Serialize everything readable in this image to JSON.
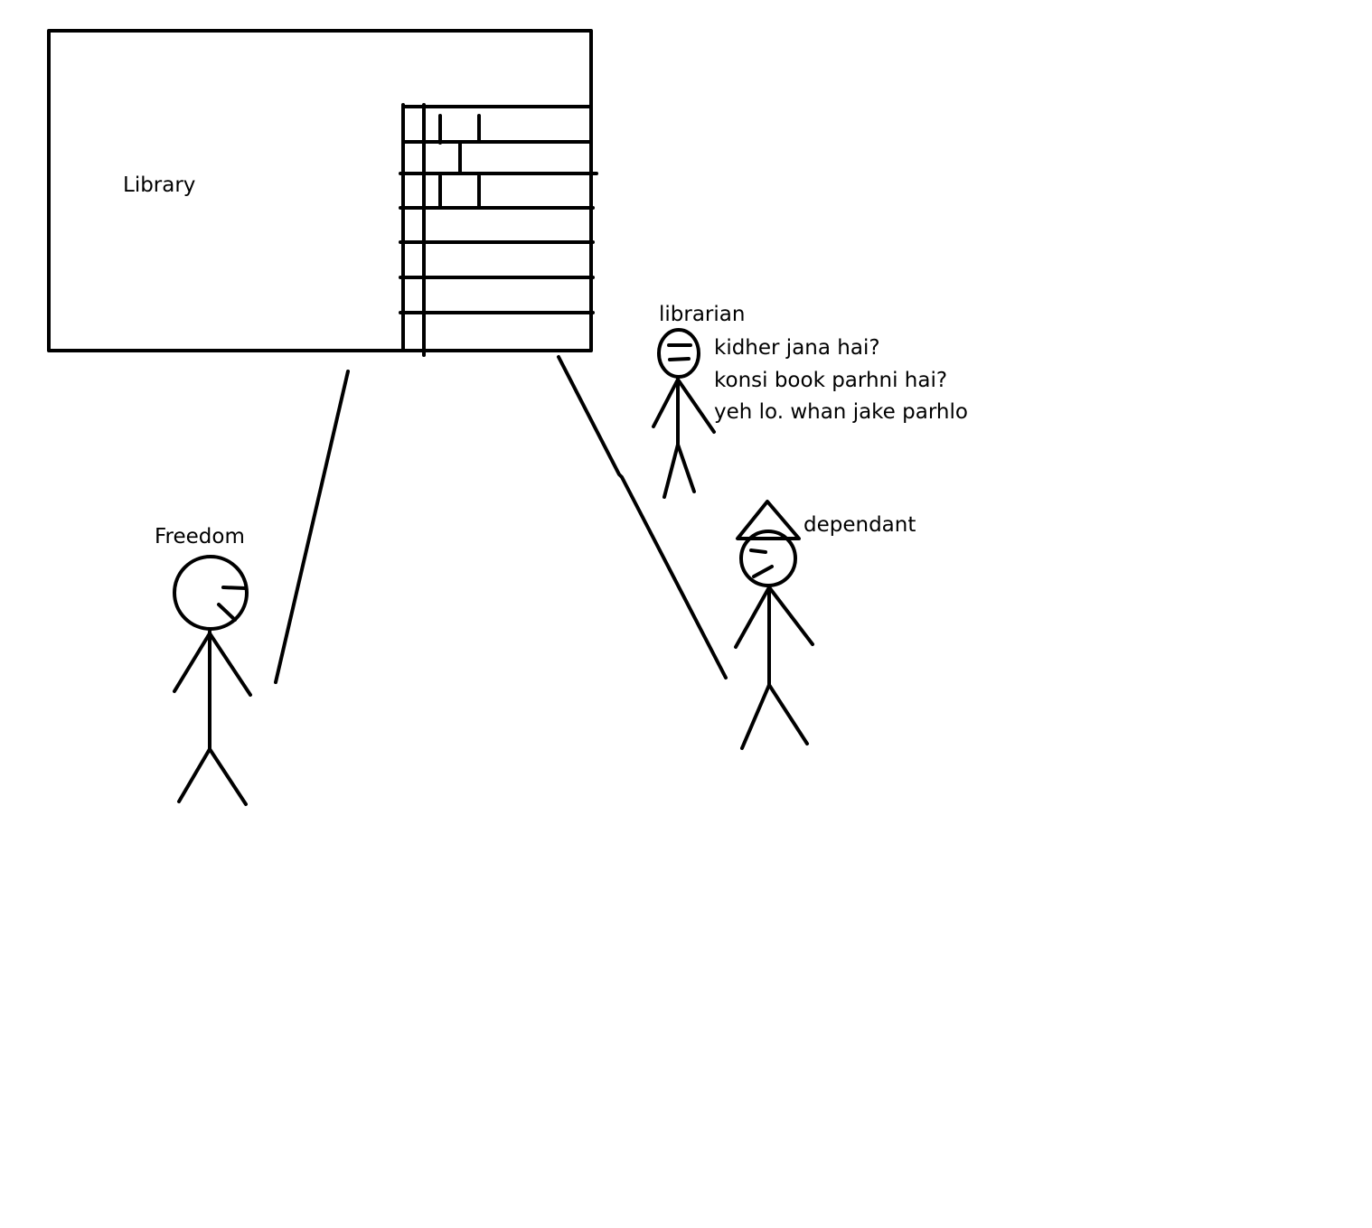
{
  "labels": {
    "library": "Library",
    "freedom": "Freedom",
    "librarian": "librarian",
    "dependant": "dependant"
  },
  "librarian_speech": [
    "kidher jana hai?",
    "konsi book parhni hai?",
    "yeh lo. whan jake parhlo"
  ],
  "colors": {
    "ink": "#000000",
    "background": "#ffffff"
  }
}
